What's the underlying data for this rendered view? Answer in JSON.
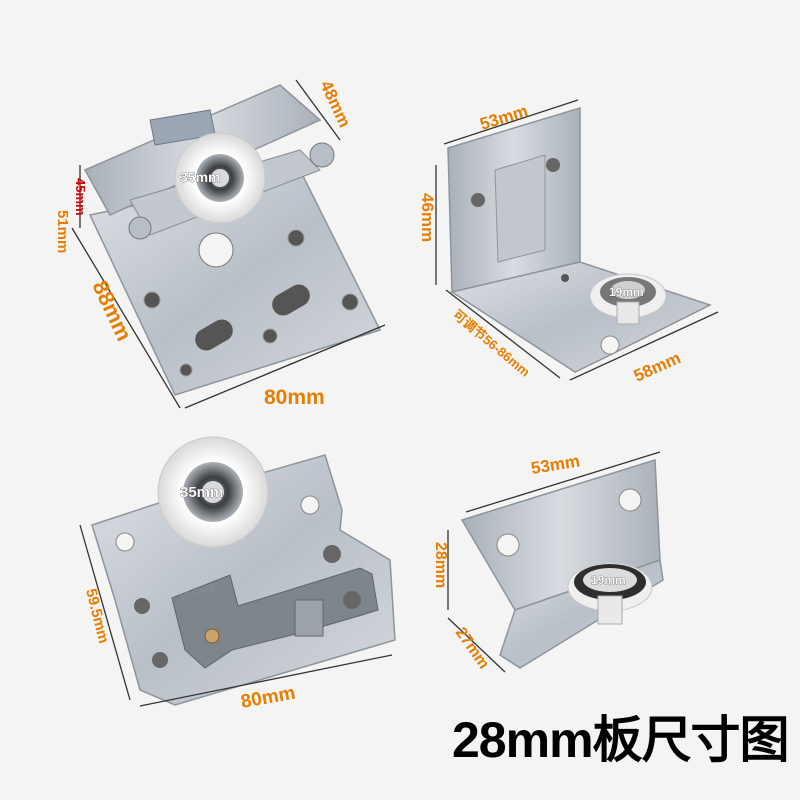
{
  "caption": "28mm板尺寸图",
  "panel_top_left": {
    "wheel": "35mm",
    "tab_height": "51mm",
    "tab_inner": "45mm",
    "depth": "48mm",
    "height": "88mm",
    "width": "80mm"
  },
  "panel_top_right": {
    "width": "53mm",
    "height": "46mm",
    "wheel": "19mm",
    "adjust": "可调节56-86mm",
    "depth": "58mm"
  },
  "panel_bottom_left": {
    "wheel": "35mm",
    "brand": "LT SAFE",
    "height": "59.5mm",
    "width": "80mm"
  },
  "panel_bottom_right": {
    "width": "53mm",
    "height": "28mm",
    "wheel": "19mm",
    "depth": "27mm"
  },
  "colors": {
    "dimension_text": "#e67e00",
    "metal": "#c7ccd2",
    "metal_dark": "#9aa1aa",
    "wheel": "#f6f6f6",
    "caption": "#000000"
  }
}
